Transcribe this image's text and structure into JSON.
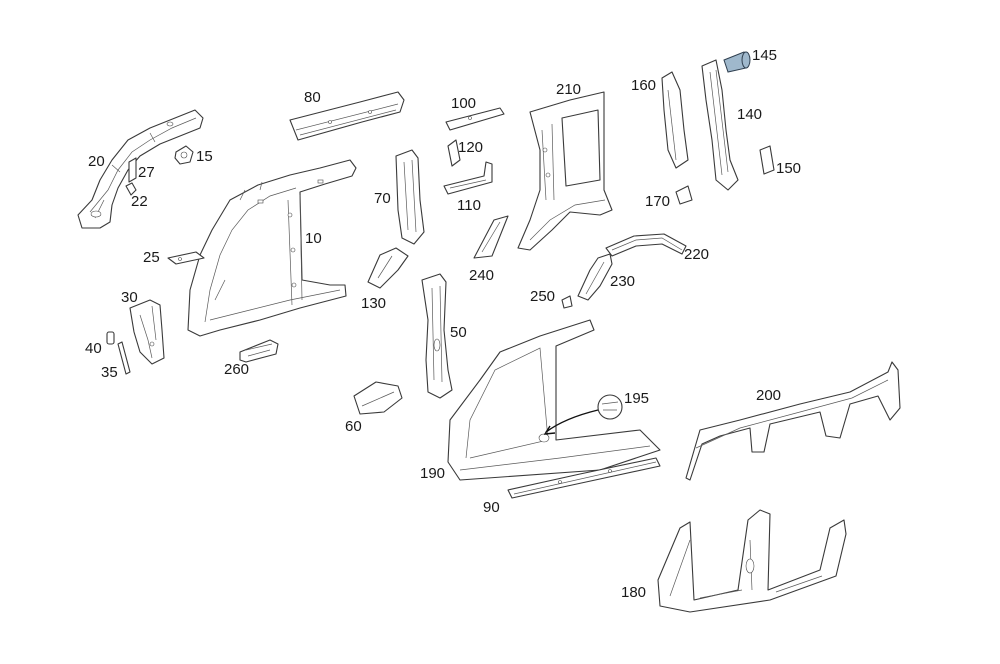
{
  "callouts": {
    "c10": "10",
    "c15": "15",
    "c20": "20",
    "c22": "22",
    "c25": "25",
    "c27": "27",
    "c30": "30",
    "c35": "35",
    "c40": "40",
    "c50": "50",
    "c60": "60",
    "c70": "70",
    "c80": "80",
    "c90": "90",
    "c100": "100",
    "c110": "110",
    "c120": "120",
    "c130": "130",
    "c140": "140",
    "c145": "145",
    "c150": "150",
    "c160": "160",
    "c170": "170",
    "c180": "180",
    "c190": "190",
    "c195": "195",
    "c200": "200",
    "c210": "210",
    "c220": "220",
    "c230": "230",
    "c240": "240",
    "c250": "250",
    "c260": "260"
  },
  "colors": {
    "line": "#3a3a3a",
    "highlight": "#9fb8cc",
    "background": "#ffffff"
  }
}
